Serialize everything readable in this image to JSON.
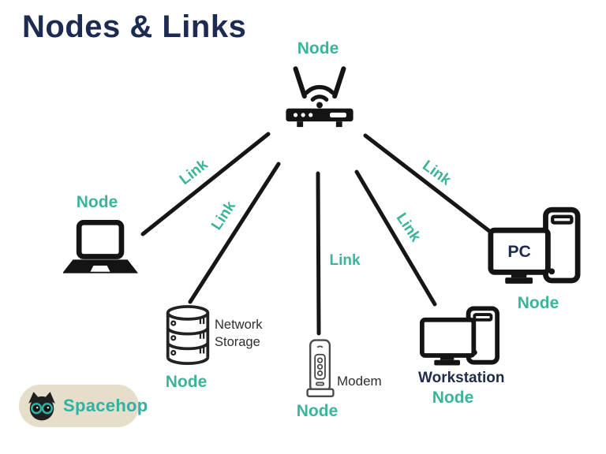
{
  "title": "Nodes & Links",
  "colors": {
    "accent_teal": "#3BB49B",
    "title_navy": "#1D2B52",
    "line_black": "#161616",
    "badge_beige": "#E4DECB",
    "logo_teal": "#2FB1A3"
  },
  "nodes": [
    {
      "label": "Node",
      "device": "wireless-router"
    },
    {
      "label": "Node",
      "device": "laptop"
    },
    {
      "label": "Node",
      "device": "network-storage",
      "device_label": "Network Storage"
    },
    {
      "label": "Node",
      "device": "modem",
      "device_label": "Modem"
    },
    {
      "label": "Node",
      "device": "workstation",
      "device_label": "Workstation"
    },
    {
      "label": "Node",
      "device": "desktop-pc",
      "device_label": "PC"
    }
  ],
  "links": [
    {
      "label": "Link",
      "from": "wireless-router",
      "to": "laptop"
    },
    {
      "label": "Link",
      "from": "wireless-router",
      "to": "network-storage"
    },
    {
      "label": "Link",
      "from": "wireless-router",
      "to": "modem"
    },
    {
      "label": "Link",
      "from": "wireless-router",
      "to": "workstation"
    },
    {
      "label": "Link",
      "from": "wireless-router",
      "to": "desktop-pc"
    }
  ],
  "logo": {
    "text": "Spacehop"
  }
}
